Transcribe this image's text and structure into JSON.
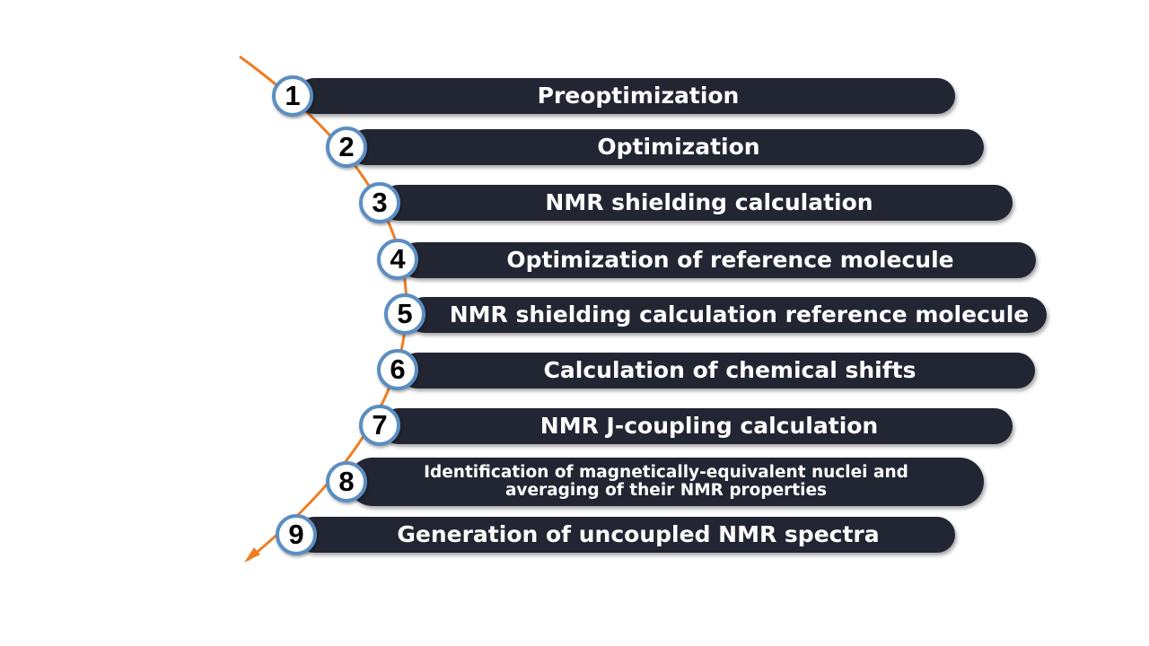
{
  "colors": {
    "arc": "#ee7d22",
    "bar": "#222633",
    "circle_border": "#5b8ec2"
  },
  "steps": [
    {
      "number": "1",
      "label": "Preoptimization"
    },
    {
      "number": "2",
      "label": "Optimization"
    },
    {
      "number": "3",
      "label": "NMR shielding calculation"
    },
    {
      "number": "4",
      "label": "Optimization of reference molecule"
    },
    {
      "number": "5",
      "label": "NMR shielding calculation reference molecule"
    },
    {
      "number": "6",
      "label": "Calculation of chemical shifts"
    },
    {
      "number": "7",
      "label": "NMR J-coupling calculation"
    },
    {
      "number": "8",
      "label": "Identification of magnetically-equivalent nuclei and averaging of their NMR properties"
    },
    {
      "number": "9",
      "label": "Generation of uncoupled NMR spectra"
    }
  ]
}
